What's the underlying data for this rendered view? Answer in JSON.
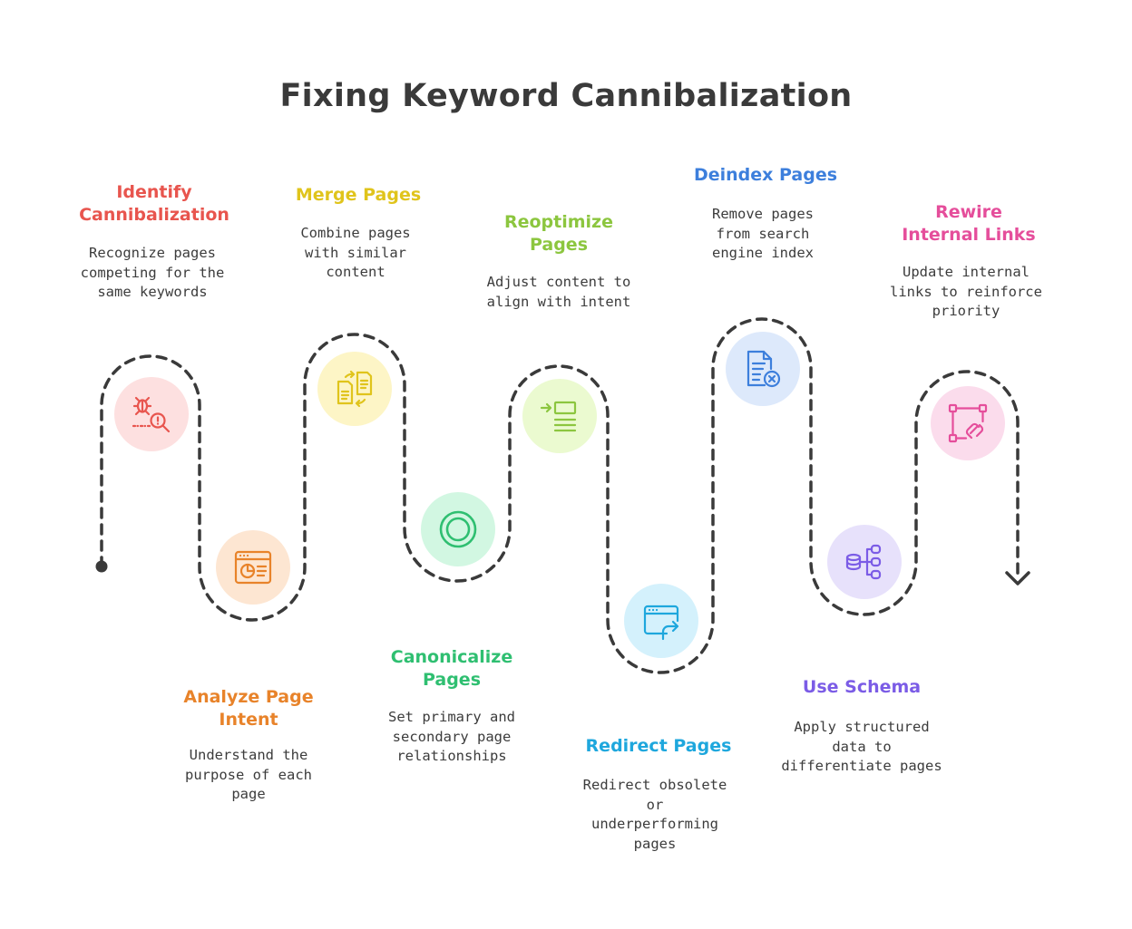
{
  "title": "Fixing Keyword Cannibalization",
  "colors": {
    "path": "#3a3a3a",
    "text": "#3c3c3c"
  },
  "steps": [
    {
      "title_lines": [
        "Identify",
        "Cannibalization"
      ],
      "desc_lines": [
        "Recognize pages",
        "competing for the",
        "same keywords"
      ],
      "color": "#e8554e",
      "bg": "#fde0e0",
      "icon": "bug-search-icon"
    },
    {
      "title_lines": [
        "Analyze Page",
        "Intent"
      ],
      "desc_lines": [
        "Understand the",
        "purpose of each",
        "page"
      ],
      "color": "#e8832a",
      "bg": "#fde6d2",
      "icon": "analytics-browser-icon"
    },
    {
      "title_lines": [
        "Merge Pages"
      ],
      "desc_lines": [
        "Combine pages",
        "with similar",
        "content"
      ],
      "color": "#e0c41c",
      "bg": "#fdf5c6",
      "icon": "merge-documents-icon"
    },
    {
      "title_lines": [
        "Canonicalize",
        "Pages"
      ],
      "desc_lines": [
        "Set primary and",
        "secondary page",
        "relationships"
      ],
      "color": "#2fbf71",
      "bg": "#d2f7e2",
      "icon": "target-rings-icon"
    },
    {
      "title_lines": [
        "Reoptimize",
        "Pages"
      ],
      "desc_lines": [
        "Adjust content to",
        "align with intent"
      ],
      "color": "#8cc63f",
      "bg": "#ebfad0",
      "icon": "indent-text-icon"
    },
    {
      "title_lines": [
        "Redirect Pages"
      ],
      "desc_lines": [
        "Redirect obsolete",
        "or",
        "underperforming",
        "pages"
      ],
      "color": "#1ea7dd",
      "bg": "#d4f1fc",
      "icon": "redirect-window-icon"
    },
    {
      "title_lines": [
        "Deindex Pages"
      ],
      "desc_lines": [
        "Remove pages",
        "from search",
        "engine index"
      ],
      "color": "#3d7fdc",
      "bg": "#dde9fb",
      "icon": "remove-document-icon"
    },
    {
      "title_lines": [
        "Use Schema"
      ],
      "desc_lines": [
        "Apply structured",
        "data to",
        "differentiate pages"
      ],
      "color": "#7b5ce6",
      "bg": "#e7e1fb",
      "icon": "database-schema-icon"
    },
    {
      "title_lines": [
        "Rewire",
        "Internal Links"
      ],
      "desc_lines": [
        "Update internal",
        "links to reinforce",
        "priority"
      ],
      "color": "#e54e9b",
      "bg": "#fbdcec",
      "icon": "link-nodes-icon"
    }
  ]
}
